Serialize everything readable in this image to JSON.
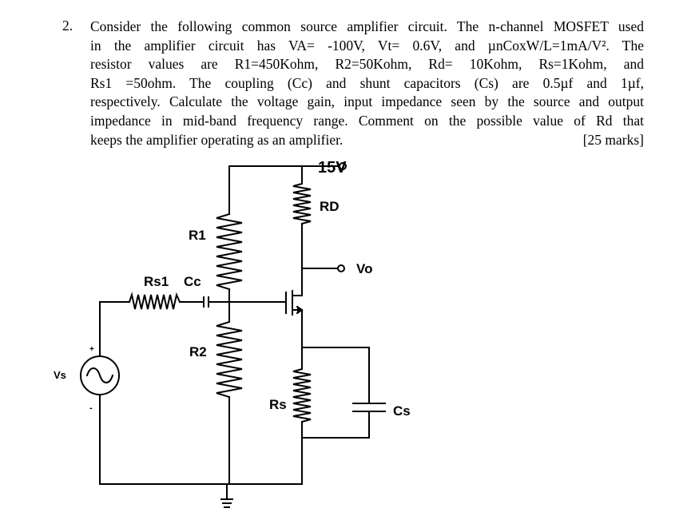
{
  "question": {
    "number": "2.",
    "lines": [
      "Consider the following common source amplifier circuit. The n-channel MOSFET used",
      "in the amplifier circuit has VA= -100V, Vt= 0.6V, and µnCoxW/L=1mA/V². The",
      "resistor values are R1=450Kohm, R2=50Kohm, Rd= 10Kohm, Rs=1Kohm, and",
      "Rs1 =50ohm. The coupling (Cc) and shunt capacitors (Cs) are 0.5µf and 1µf,",
      "respectively. Calculate the voltage gain, input impedance seen by the source and output",
      "impedance in mid-band frequency range. Comment on the possible value of Rd that",
      "keeps the amplifier operating as an amplifier."
    ],
    "marks": "[25 marks]"
  },
  "circuit": {
    "supply": "15V",
    "rd": "RD",
    "r1": "R1",
    "r2": "R2",
    "rs1": "Rs1",
    "cc": "Cc",
    "rs": "Rs",
    "cs": "Cs",
    "vo": "Vo",
    "vs": "Vs",
    "plus": "+",
    "minus": "-"
  }
}
